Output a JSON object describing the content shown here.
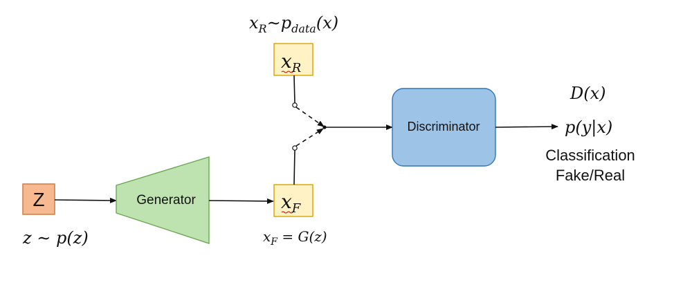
{
  "colors": {
    "z_fill": "#f6b990",
    "z_stroke": "#c9773f",
    "generator_fill": "#bfe3b0",
    "generator_stroke": "#6aa84f",
    "sample_fill": "#fff2c4",
    "sample_stroke": "#d9a300",
    "discriminator_fill": "#9dc3e6",
    "discriminator_stroke": "#2e75b6",
    "line": "#111111"
  },
  "nodes": {
    "z": {
      "label": "Z"
    },
    "generator": {
      "label": "Generator"
    },
    "x_real": {
      "label": "x",
      "subscript": "R"
    },
    "x_fake": {
      "label": "x",
      "subscript": "F"
    },
    "discriminator": {
      "label": "Discriminator"
    }
  },
  "annotations": {
    "z_dist": "z ∼ p(z)",
    "x_real_dist": {
      "base": "x",
      "sub": "R",
      "rest": "∼p",
      "sub2": "data",
      "tail": "(x)"
    },
    "x_fake_def": {
      "base": "x",
      "sub": "F",
      "tail": " = G(z)"
    },
    "d_of_x": "D(x)",
    "p_y_x": "p(y|x)",
    "classification": "Classification",
    "fake_real": "Fake/Real"
  }
}
